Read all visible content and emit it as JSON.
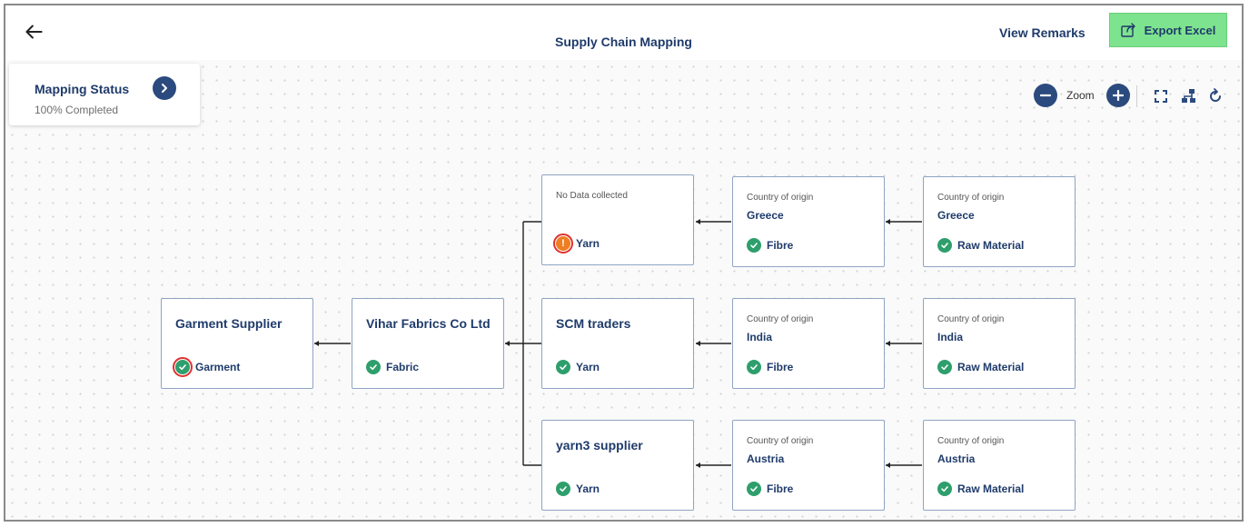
{
  "header": {
    "title": "Supply Chain Mapping",
    "view_remarks": "View Remarks",
    "export_label": "Export Excel"
  },
  "status": {
    "title": "Mapping Status",
    "progress_text": "100% Completed"
  },
  "toolbar": {
    "zoom_label": "Zoom"
  },
  "colors": {
    "accent": "#2b4a7e",
    "text": "#1f3b6b",
    "ok": "#2e9f6c",
    "warn": "#ef7e22",
    "export": "#7ee38e"
  },
  "nodes": {
    "garment": {
      "name": "Garment Supplier",
      "type": "Garment",
      "status": "ok"
    },
    "fabric": {
      "name": "Vihar Fabrics Co Ltd",
      "type": "Fabric",
      "status": "ok"
    },
    "yarn1": {
      "note": "No Data collected",
      "type": "Yarn",
      "status": "warning"
    },
    "yarn2": {
      "name": "SCM traders",
      "type": "Yarn",
      "status": "ok"
    },
    "yarn3": {
      "name": "yarn3 supplier",
      "type": "Yarn",
      "status": "ok"
    },
    "fibre1": {
      "label": "Country of origin",
      "country": "Greece",
      "type": "Fibre",
      "status": "ok"
    },
    "fibre2": {
      "label": "Country of origin",
      "country": "India",
      "type": "Fibre",
      "status": "ok"
    },
    "fibre3": {
      "label": "Country of origin",
      "country": "Austria",
      "type": "Fibre",
      "status": "ok"
    },
    "raw1": {
      "label": "Country of origin",
      "country": "Greece",
      "type": "Raw Material",
      "status": "ok"
    },
    "raw2": {
      "label": "Country of origin",
      "country": "India",
      "type": "Raw Material",
      "status": "ok"
    },
    "raw3": {
      "label": "Country of origin",
      "country": "Austria",
      "type": "Raw Material",
      "status": "ok"
    }
  }
}
